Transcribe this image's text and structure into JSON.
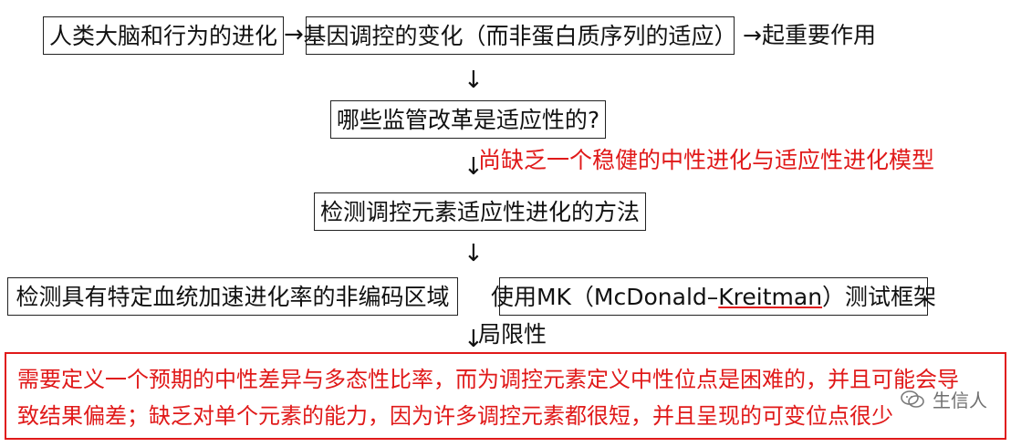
{
  "row1": {
    "box1": "人类大脑和行为的进化",
    "arrow1": "→",
    "box2": "基因调控的变化（而非蛋白质序列的适应）",
    "arrow2_text": "→起重要作用"
  },
  "down_arrow_1": "↓",
  "box3": "哪些监管改革是适应性的?",
  "down_arrow_2": "↓",
  "red_note": "尚缺乏一个稳健的中性进化与适应性进化模型",
  "box4": "检测调控元素适应性进化的方法",
  "down_arrow_3": "↓",
  "box5": "检测具有特定血统加速进化率的非编码区域",
  "box6": {
    "prefix": "使用MK（McDonald–",
    "underlined": "Kreitman",
    "suffix": "）测试框架"
  },
  "limit": {
    "arrow": "↓",
    "label": "局限性"
  },
  "conclusion": {
    "line1": "需要定义一个预期的中性差异与多态性比率，而为调控元素定义中性位点是困难的，并且可能会导",
    "line2": "致结果偏差；缺乏对单个元素的能力，因为许多调控元素都很短，并且呈现的可变位点很少"
  },
  "watermark": {
    "text": "生信人",
    "icon": "wechat-logo-icon"
  },
  "colors": {
    "red": "#e01919",
    "border": "#222222"
  }
}
